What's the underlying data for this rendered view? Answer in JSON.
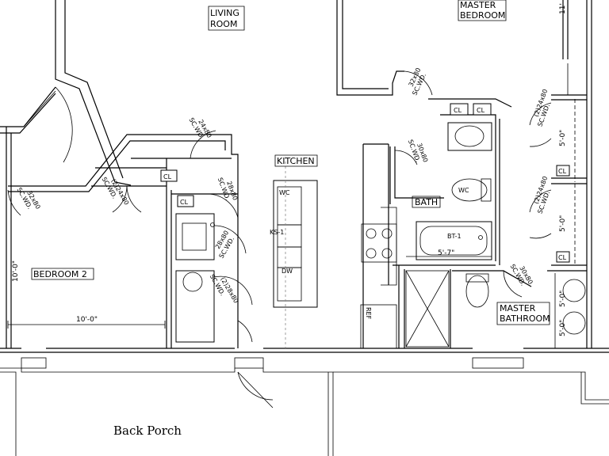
{
  "rooms": {
    "living_room": [
      "LIVING",
      "ROOM"
    ],
    "master_bedroom": [
      "MASTER",
      "BEDROOM"
    ],
    "kitchen": "KITCHEN",
    "bedroom2": "BEDROOM 2",
    "bath": "BATH",
    "master_bathroom": [
      "MASTER",
      "BATHROOM"
    ],
    "back_porch": "Back Porch"
  },
  "closets": "CL",
  "doors": {
    "d32x80_left": [
      "32x80",
      "SC.WD."
    ],
    "d2_24x80_bed2": [
      "(2)24x80",
      "SC.WD."
    ],
    "d24x80_top": [
      "24x80",
      "SC.WD."
    ],
    "d28x80_small": [
      "28x80",
      "SC.WD."
    ],
    "d28x80_laundry": [
      "28x80",
      "SC.WD."
    ],
    "d2_28x80": [
      "(2)28x80",
      "SC.WD."
    ],
    "d32x80_master": [
      "32x80",
      "SC.WD."
    ],
    "d30x80_bath": [
      "30x80",
      "SC.WD."
    ],
    "d2_24x80_right_top": [
      "(2)24x80",
      "SC.WD."
    ],
    "d2_24x80_right_bottom": [
      "(2)24x80",
      "SC.WD."
    ],
    "d30x80_mbath": [
      "30x80",
      "SC.WD."
    ]
  },
  "fixtures": {
    "wc_kitchen": "WC",
    "ks": "KS-1",
    "dw": "DW",
    "wc_bath": "WC",
    "bt": "BT-1",
    "ref": "REF"
  },
  "dimensions": {
    "bed2_width": "10'-0\"",
    "bed2_height": "10'-0\"",
    "tub_width": "5'-7\"",
    "right_top": "5'-0\"",
    "right_mid": "5'-0\"",
    "right_low1": "5'-0\"",
    "right_low2": "5'-0\"",
    "top_right_edge": "11'"
  }
}
